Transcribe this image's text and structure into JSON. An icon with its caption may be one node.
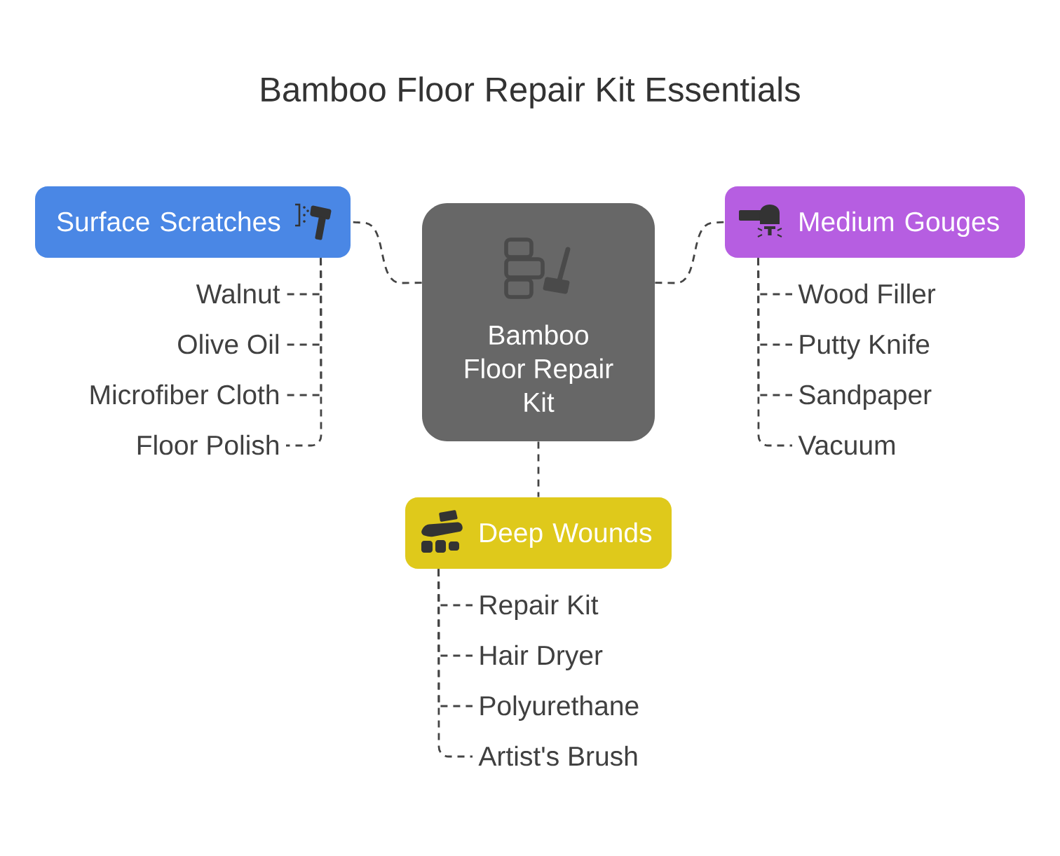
{
  "diagram": {
    "title": "Bamboo Floor Repair Kit Essentials",
    "nodes": [
      {
        "text": [
          "Surface Scratches"
        ]
      },
      {
        "text": [
          "Bamboo Floor Repair Kit"
        ]
      },
      {
        "text": [
          "Medium Gouges"
        ]
      },
      {
        "text": [
          "Walnut"
        ]
      },
      {
        "text": [
          "Olive Oil"
        ]
      },
      {
        "text": [
          "Microfiber Cloth"
        ]
      },
      {
        "text": [
          "Floor Polish"
        ]
      },
      {
        "text": [
          "Wood Filler"
        ]
      },
      {
        "text": [
          "Putty Knife"
        ]
      },
      {
        "text": [
          "Sandpaper"
        ]
      },
      {
        "text": [
          "Vacuum"
        ]
      },
      {
        "text": [
          "Deep Wounds"
        ]
      },
      {
        "text": [
          "Repair Kit"
        ]
      },
      {
        "text": [
          "Hair Dryer"
        ]
      },
      {
        "text": [
          "Polyurethane"
        ]
      },
      {
        "text": [
          "Artist's Brush"
        ]
      }
    ],
    "edges": [
      {
        "from": 1,
        "to": 0,
        "arrow": "none",
        "style": "dashed"
      },
      {
        "from": 1,
        "to": 2,
        "arrow": "none",
        "style": "dashed"
      },
      {
        "from": 1,
        "to": 11,
        "arrow": "none",
        "style": "dashed"
      },
      {
        "from": 0,
        "to": 3,
        "arrow": "none",
        "style": "dashed"
      },
      {
        "from": 0,
        "to": 4,
        "arrow": "none",
        "style": "dashed"
      },
      {
        "from": 0,
        "to": 5,
        "arrow": "none",
        "style": "dashed"
      },
      {
        "from": 0,
        "to": 6,
        "arrow": "none",
        "style": "dashed"
      },
      {
        "from": 2,
        "to": 7,
        "arrow": "none",
        "style": "dashed"
      },
      {
        "from": 2,
        "to": 8,
        "arrow": "none",
        "style": "dashed"
      },
      {
        "from": 2,
        "to": 9,
        "arrow": "none",
        "style": "dashed"
      },
      {
        "from": 2,
        "to": 10,
        "arrow": "none",
        "style": "dashed"
      },
      {
        "from": 11,
        "to": 12,
        "arrow": "none",
        "style": "dashed"
      },
      {
        "from": 11,
        "to": 13,
        "arrow": "none",
        "style": "dashed"
      },
      {
        "from": 11,
        "to": 14,
        "arrow": "none",
        "style": "dashed"
      },
      {
        "from": 11,
        "to": 15,
        "arrow": "none",
        "style": "dashed"
      }
    ]
  }
}
